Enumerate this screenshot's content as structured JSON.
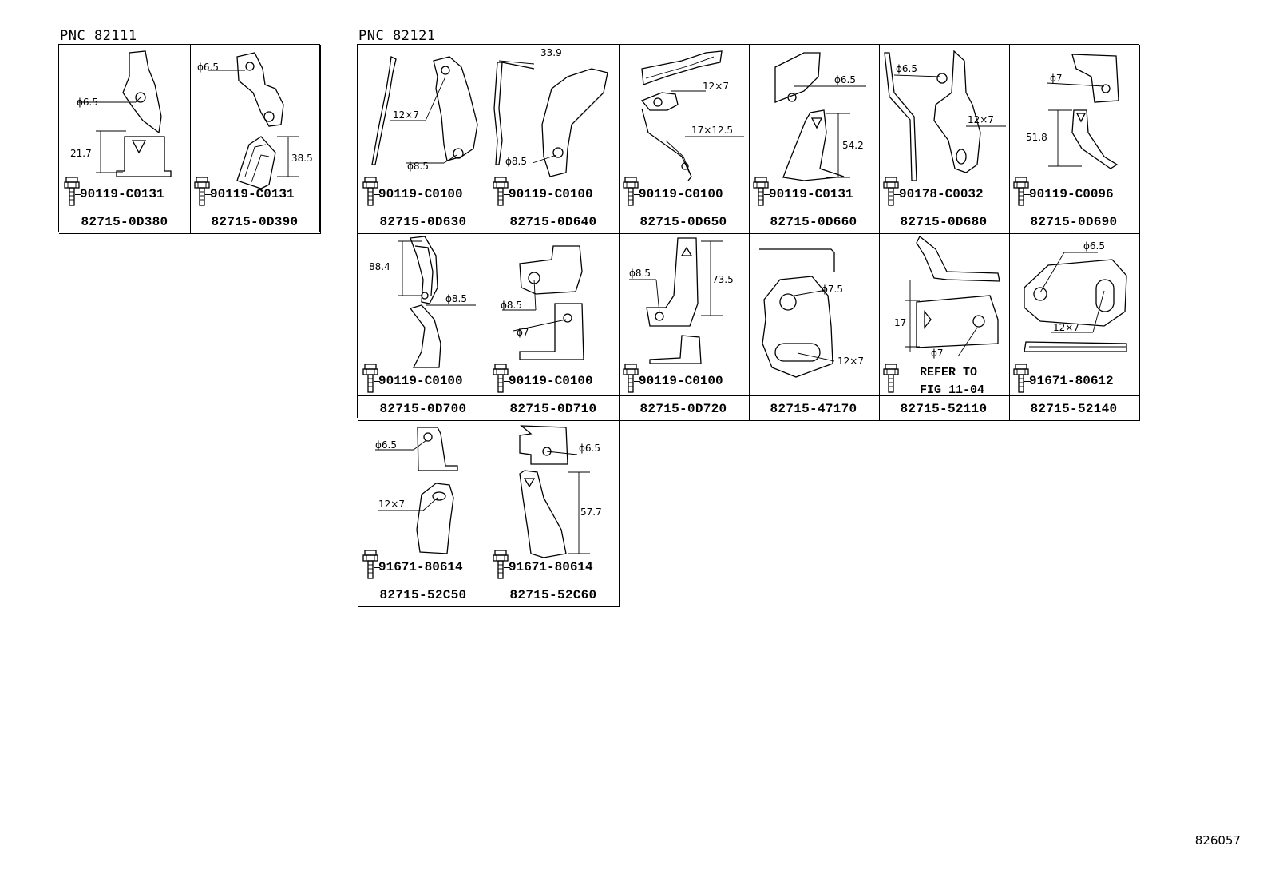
{
  "groups": [
    {
      "pnc": "PNC 82111",
      "cells": [
        {
          "part": "82715-0D380",
          "bolt": "90119-C0131",
          "dims": [
            "ϕ6.5",
            "21.7"
          ]
        },
        {
          "part": "82715-0D390",
          "bolt": "90119-C0131",
          "dims": [
            "ϕ6.5",
            "38.5"
          ]
        }
      ]
    },
    {
      "pnc": "PNC 82121",
      "cells": [
        {
          "part": "82715-0D630",
          "bolt": "90119-C0100",
          "dims": [
            "12×7",
            "ϕ8.5"
          ]
        },
        {
          "part": "82715-0D640",
          "bolt": "90119-C0100",
          "dims": [
            "33.9",
            "ϕ8.5"
          ]
        },
        {
          "part": "82715-0D650",
          "bolt": "90119-C0100",
          "dims": [
            "12×7",
            "17×12.5"
          ]
        },
        {
          "part": "82715-0D660",
          "bolt": "90119-C0131",
          "dims": [
            "ϕ6.5",
            "54.2"
          ]
        },
        {
          "part": "82715-0D680",
          "bolt": "90178-C0032",
          "dims": [
            "ϕ6.5",
            "12×7"
          ]
        },
        {
          "part": "82715-0D690",
          "bolt": "90119-C0096",
          "dims": [
            "ϕ7",
            "51.8"
          ]
        },
        {
          "part": "82715-0D700",
          "bolt": "90119-C0100",
          "dims": [
            "88.4",
            "ϕ8.5"
          ]
        },
        {
          "part": "82715-0D710",
          "bolt": "90119-C0100",
          "dims": [
            "ϕ8.5",
            "ϕ7"
          ]
        },
        {
          "part": "82715-0D720",
          "bolt": "90119-C0100",
          "dims": [
            "ϕ8.5",
            "73.5"
          ]
        },
        {
          "part": "82715-47170",
          "bolt": "",
          "dims": [
            "ϕ7.5",
            "12×7"
          ]
        },
        {
          "part": "82715-52110",
          "bolt": "",
          "refer": [
            "REFER TO",
            "FIG 11-04"
          ],
          "dims": [
            "17",
            "ϕ7"
          ]
        },
        {
          "part": "82715-52140",
          "bolt": "91671-80612",
          "dims": [
            "ϕ6.5",
            "12×7"
          ]
        },
        {
          "part": "82715-52C50",
          "bolt": "91671-80614",
          "dims": [
            "ϕ6.5",
            "12×7"
          ]
        },
        {
          "part": "82715-52C60",
          "bolt": "91671-80614",
          "dims": [
            "ϕ6.5",
            "57.7"
          ]
        }
      ]
    }
  ],
  "figure_number": "826057"
}
